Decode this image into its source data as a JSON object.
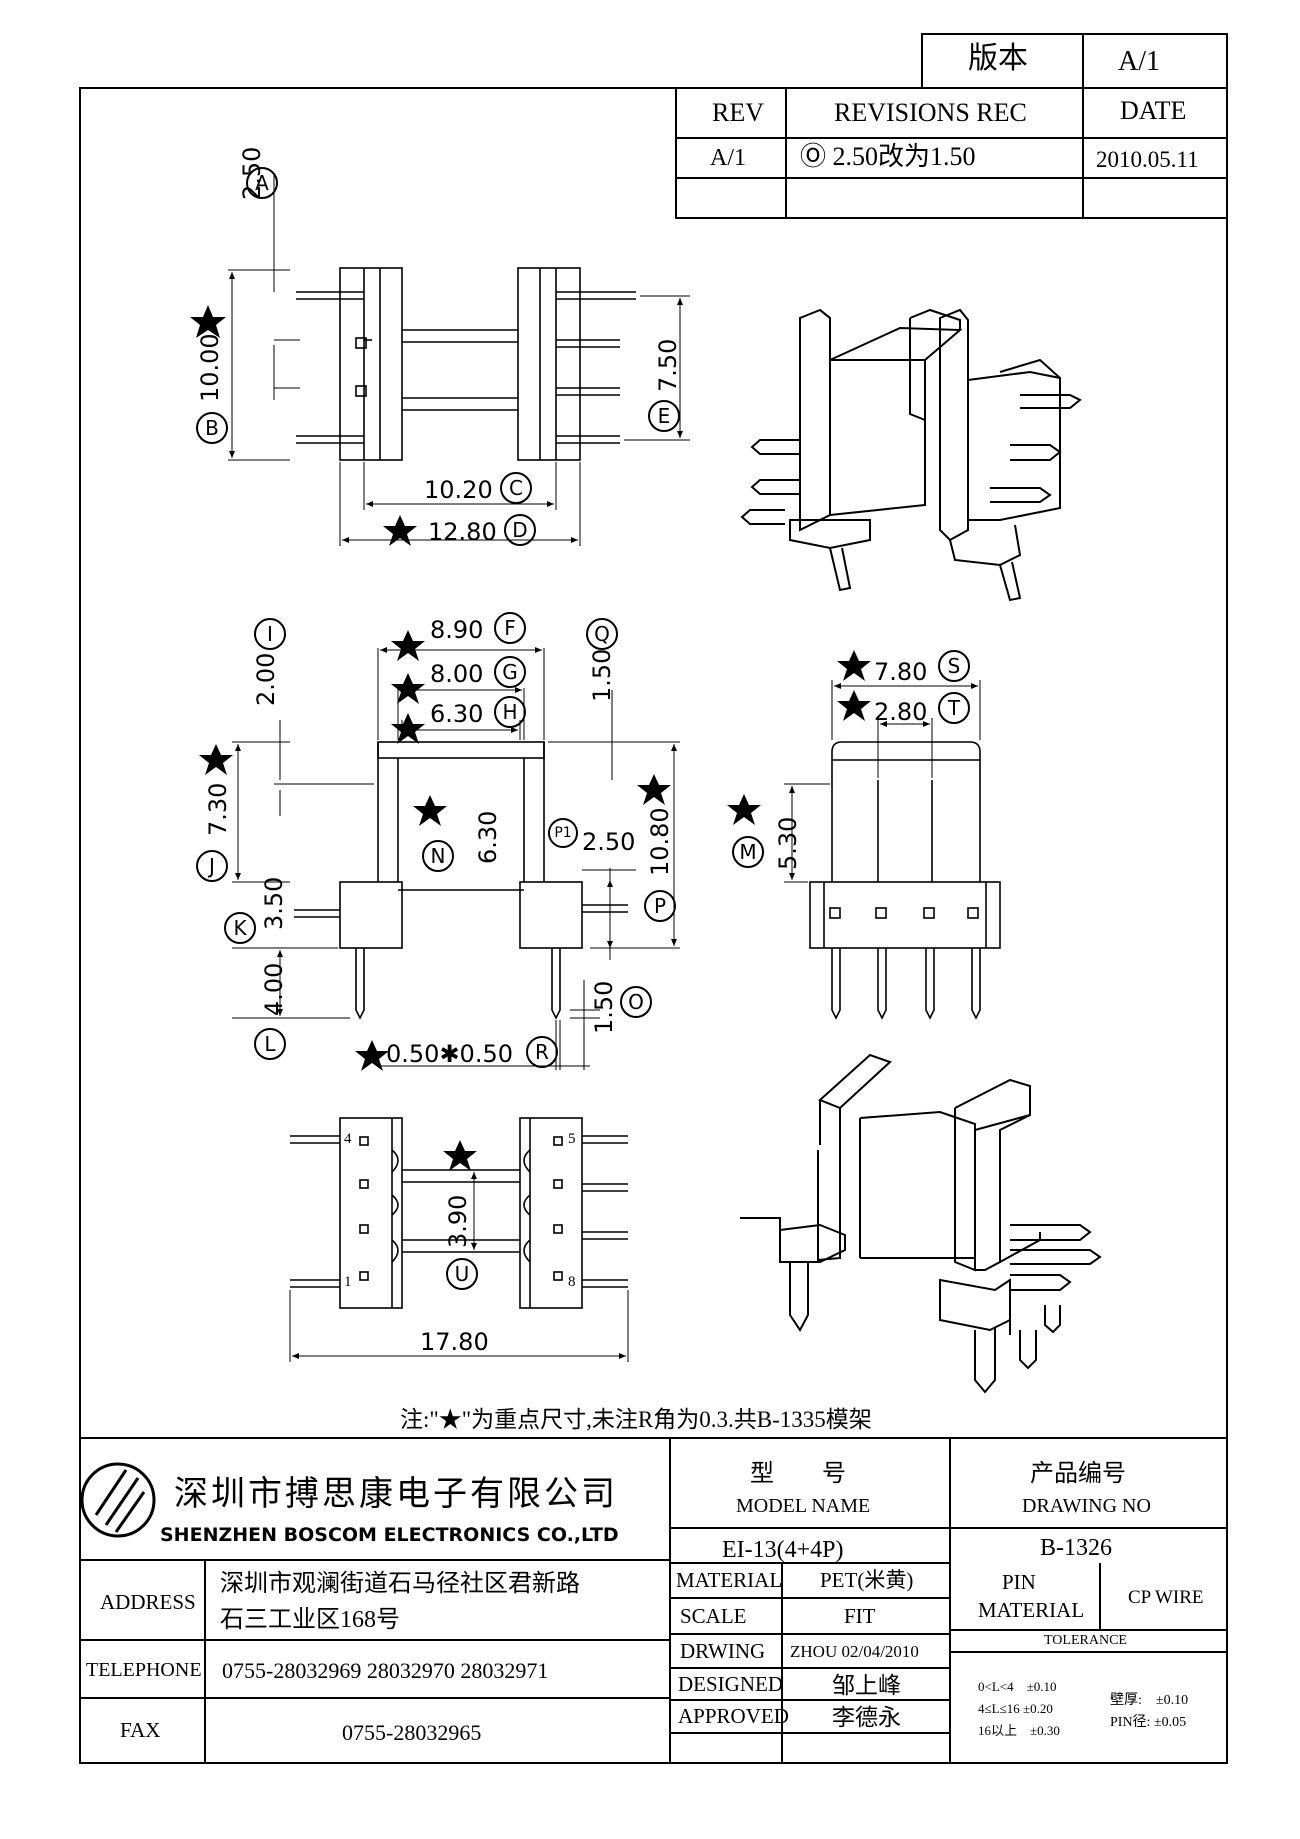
{
  "version_box": {
    "label": "版本",
    "value": "A/1"
  },
  "revisions": {
    "headers": {
      "rev": "REV",
      "rec": "REVISIONS REC",
      "date": "DATE"
    },
    "rows": [
      {
        "rev": "A/1",
        "rec": "Ⓞ 2.50改为1.50",
        "date": "2010.05.11"
      }
    ]
  },
  "dimensions": {
    "A": "2.50",
    "B": "10.00",
    "C": "10.20",
    "D": "12.80",
    "E": "7.50",
    "F": "8.90",
    "G": "8.00",
    "H": "6.30",
    "I": "2.00",
    "Q": "1.50",
    "J": "7.30",
    "N": "6.30",
    "P1": "2.50",
    "P": "10.80",
    "K": "3.50",
    "L": "4.00",
    "O": "1.50",
    "R": "0.50✱0.50",
    "S": "7.80",
    "T": "2.80",
    "M": "5.30",
    "U": "3.90",
    "total_width": "17.80"
  },
  "circle_labels": [
    "A",
    "B",
    "C",
    "D",
    "E",
    "F",
    "G",
    "H",
    "I",
    "Q",
    "J",
    "N",
    "P1",
    "P",
    "K",
    "L",
    "O",
    "R",
    "S",
    "T",
    "M",
    "U"
  ],
  "pin_numbers": {
    "p4": "4",
    "p1": "1",
    "p5": "5",
    "p8": "8"
  },
  "note": "注:\"★\"为重点尺寸,未注R角为0.3.共B-1335模架",
  "company": {
    "name_cn": "深圳市搏思康电子有限公司",
    "name_en": "SHENZHEN BOSCOM ELECTRONICS CO.,LTD"
  },
  "title_block": {
    "model_label_cn": "型　　号",
    "model_label_en": "MODEL NAME",
    "model_value": "EI-13(4+4P)",
    "drawing_label_cn": "产品编号",
    "drawing_label_en": "DRAWING NO",
    "drawing_value": "B-1326",
    "address_label": "ADDRESS",
    "address_line1": "深圳市观澜街道石马径社区君新路",
    "address_line2": "石三工业区168号",
    "telephone_label": "TELEPHONE",
    "telephone_value": "0755-28032969 28032970 28032971",
    "fax_label": "FAX",
    "fax_value": "0755-28032965",
    "material_label": "MATERIAL",
    "material_value": "PET(米黄)",
    "scale_label": "SCALE",
    "scale_value": "FIT",
    "drwing_label": "DRWING",
    "drwing_value": "ZHOU 02/04/2010",
    "designed_label": "DESIGNED",
    "designed_value": "邹上峰",
    "approved_label": "APPROVED",
    "approved_value": "李德永",
    "pin_label": "PIN",
    "pin_material_label": "MATERIAL",
    "pin_material_value": "CP WIRE",
    "tolerance_label": "TOLERANCE",
    "tol_1": "0<L<4　±0.10",
    "tol_2": "4≤L≤16 ±0.20",
    "tol_3": "16以上　±0.30",
    "wall_label": "壁厚:　±0.10",
    "pin_dia_label": "PIN径: ±0.05"
  }
}
